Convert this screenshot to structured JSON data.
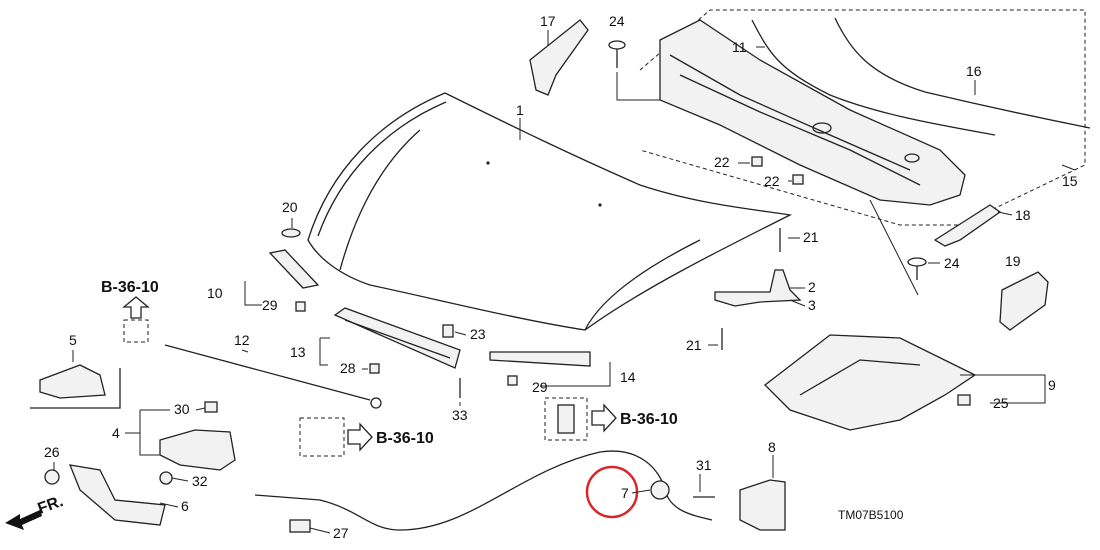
{
  "labels": {
    "p1": "1",
    "p2": "2",
    "p3": "3",
    "p4": "4",
    "p5": "5",
    "p6": "6",
    "p7": "7",
    "p8": "8",
    "p9": "9",
    "p10": "10",
    "p11": "11",
    "p12": "12",
    "p13": "13",
    "p14": "14",
    "p15": "15",
    "p16": "16",
    "p17": "17",
    "p18": "18",
    "p19": "19",
    "p20": "20",
    "p21a": "21",
    "p21b": "21",
    "p22a": "22",
    "p22b": "22",
    "p23": "23",
    "p24a": "24",
    "p24b": "24",
    "p25": "25",
    "p26": "26",
    "p27": "27",
    "p28": "28",
    "p29a": "29",
    "p29b": "29",
    "p30": "30",
    "p31": "31",
    "p32": "32",
    "p33": "33"
  },
  "refs": {
    "ref_top_left": "B-36-10",
    "ref_middle": "B-36-10",
    "ref_right": "B-36-10"
  },
  "front_marker": "FR.",
  "diagram_code": "TM07B5100",
  "highlight_color": "#d9262b"
}
